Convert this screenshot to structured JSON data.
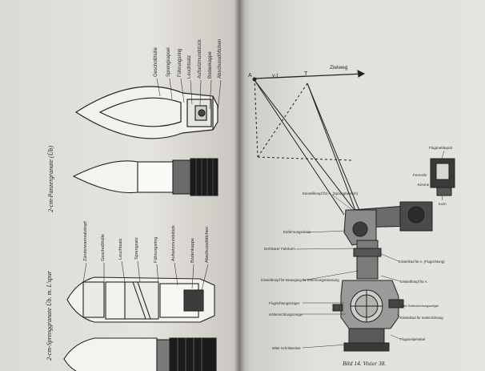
{
  "left_page": {
    "shell_top": {
      "title": "2-cm-Panzergranate (Üb)",
      "labels": [
        "Geschoßhülle",
        "Sprengkapsel",
        "Führungsring",
        "Leuchtsatz",
        "Aufsetzmundstück",
        "Bodenkappe",
        "Abschussdöttchen"
      ]
    },
    "shell_bottom": {
      "title": "2-cm-Sprenggranate Üb. m. L'spur",
      "labels": [
        "Zünderwarnsatzkopf",
        "Geschoßhülle",
        "Leuchtsatz",
        "Sprengsatz",
        "Führungsring",
        "Aufsetzmundstück",
        "Bodenkappe",
        "Abschussdöttchen"
      ]
    }
  },
  "right_page": {
    "diagram": {
      "points": [
        "A",
        "v·t",
        "T"
      ],
      "arrow_label": "Zielweg",
      "labels_left": [
        "Einstellknopf für A. (Sprungbereich)",
        "Entfernungsskala",
        "Drehbarer Fahrturm",
        "Einstellknopf für Bewegung für Entfernungsmessung",
        "Flugrichtungszeiger",
        "Höhenrichtungszeiger",
        "Mitte Schrittweiser"
      ],
      "labels_right": [
        "Flugmeldepult",
        "Fernrohr",
        "Kimme",
        "Korn",
        "Einstellrad für A. (Flugrichtung)",
        "Einstellknopf für A.",
        "Mitte Seitenrichtungszeiger",
        "Einstellrad für Seitenrichtung",
        "Flugmeldehebel"
      ]
    },
    "caption": "Bild 14. Visier 38."
  }
}
